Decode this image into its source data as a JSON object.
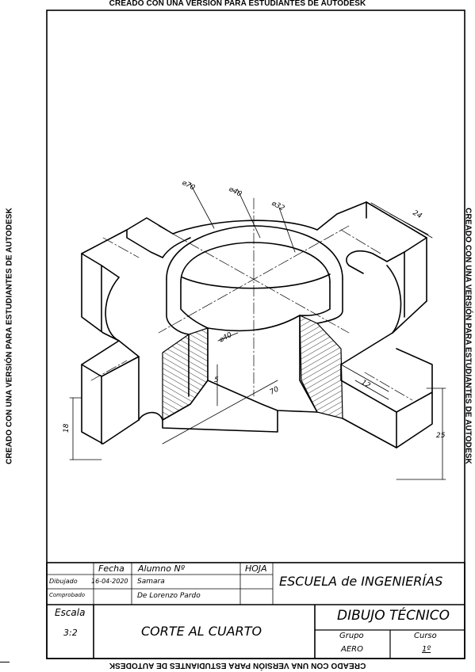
{
  "watermark": {
    "top": "CREADO CON UNA VERSIÓN PARA ESTUDIANTES DE AUTODESK",
    "bottom": "CREADO CON UNA VERSIÓN PARA ESTUDIANTES DE AUTODESK",
    "left": "CREADO CON UNA VERSIÓN PARA ESTUDIANTES DE AUTODESK",
    "right": "CREADO CON UNA VERSIÓN PARA ESTUDIANTES DE AUTODESK"
  },
  "dimensions": {
    "d70": "⌀70",
    "d40_top": "⌀40",
    "d32": "⌀32",
    "d40_inner": "⌀40",
    "w24": "24",
    "w12": "12",
    "h18": "18",
    "h5": "5",
    "l70": "70",
    "h25": "25"
  },
  "title_block": {
    "fecha_label": "Fecha",
    "alumno_label": "Alumno Nº",
    "hoja_label": "HOJA",
    "school": "ESCUELA de INGENIERÍAS",
    "dibujado_label": "Dibujado",
    "dibujado_fecha": "16-04-2020",
    "dibujado_nombre": "Samara",
    "comprobado_label": "Comprobado",
    "comprobado_nombre": "De Lorenzo Pardo",
    "escala_label": "Escala",
    "escala_value": "3:2",
    "drawing_title": "CORTE AL CUARTO",
    "subject": "DIBUJO TÉCNICO",
    "grupo_label": "Grupo",
    "grupo_value": "AERO",
    "curso_label": "Curso",
    "curso_value": "1º"
  }
}
